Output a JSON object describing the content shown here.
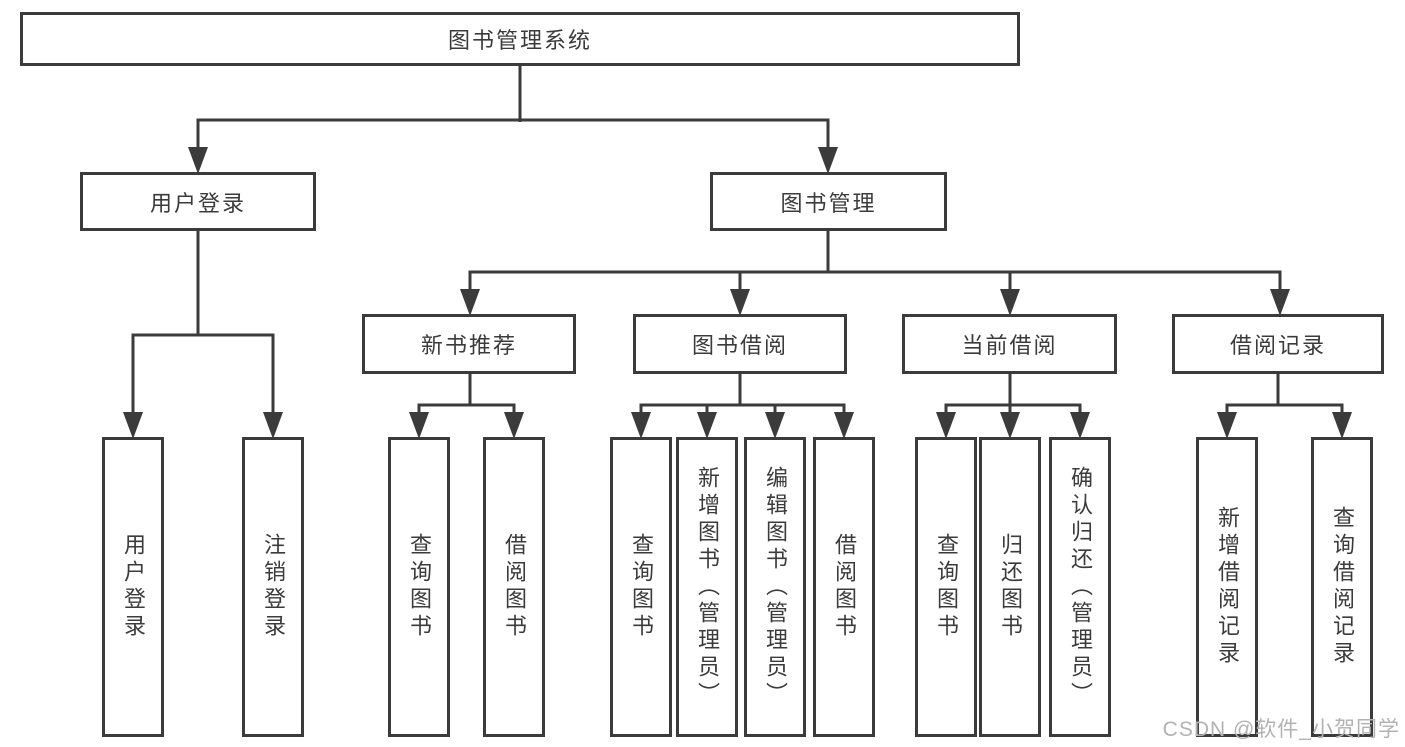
{
  "watermark": "CSDN @软件_小贺同学",
  "colors": {
    "line": "#3b3b3b",
    "box_fill": "#ffffff",
    "text": "#3b3b3b",
    "watermark": "#b2b2b2",
    "background": "#ffffff"
  },
  "tree": {
    "root": {
      "label": "图书管理系统"
    },
    "branches": [
      {
        "label": "用户登录",
        "children": [
          "用户登录",
          "注销登录"
        ]
      },
      {
        "label": "图书管理",
        "modules": [
          {
            "label": "新书推荐",
            "children": [
              "查询图书",
              "借阅图书"
            ]
          },
          {
            "label": "图书借阅",
            "children": [
              "查询图书",
              "新增图书（管理员）",
              "编辑图书（管理员）",
              "借阅图书"
            ]
          },
          {
            "label": "当前借阅",
            "children": [
              "查询图书",
              "归还图书",
              "确认归还（管理员）"
            ]
          },
          {
            "label": "借阅记录",
            "children": [
              "新增借阅记录",
              "查询借阅记录"
            ]
          }
        ]
      }
    ]
  }
}
